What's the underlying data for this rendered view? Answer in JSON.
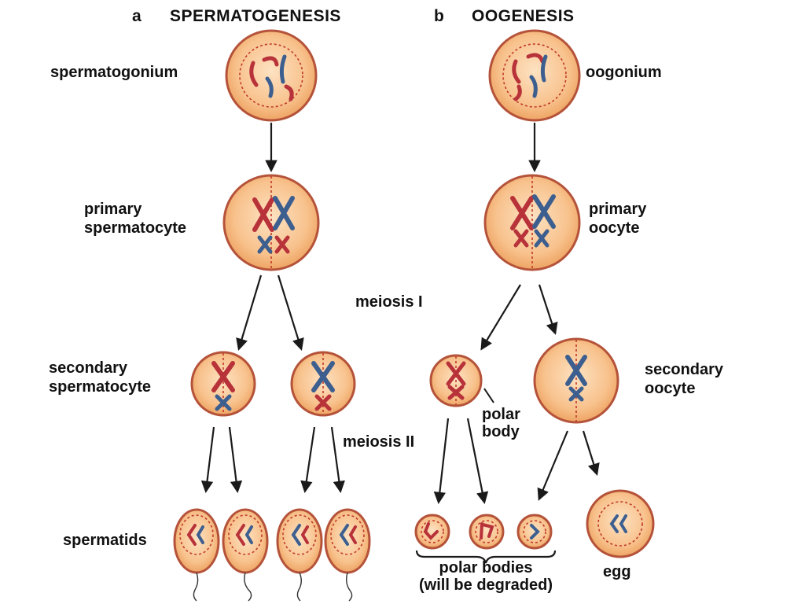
{
  "panels": {
    "a": {
      "letter": "a",
      "title": "SPERMATOGENESIS"
    },
    "b": {
      "letter": "b",
      "title": "OOGENESIS"
    }
  },
  "labels": {
    "spermatogonium": "spermatogonium",
    "oogonium": "oogonium",
    "primary_spermatocyte": [
      "primary",
      "spermatocyte"
    ],
    "primary_oocyte": [
      "primary",
      "oocyte"
    ],
    "meiosis_1": "meiosis I",
    "secondary_spermatocyte": [
      "secondary",
      "spermatocyte"
    ],
    "secondary_oocyte": [
      "secondary",
      "oocyte"
    ],
    "polar_body": [
      "polar",
      "body"
    ],
    "meiosis_2": "meiosis II",
    "spermatids": "spermatids",
    "polar_bodies": [
      "polar bodies",
      "(will be degraded)"
    ],
    "egg": "egg"
  },
  "colors": {
    "cell_fill": "#f8c28d",
    "cell_outline": "#b5533a",
    "nucleus_outline": "#c0392b",
    "chromosome_red": "#b8323a",
    "chromosome_blue": "#3d5f8f",
    "arrow": "#1a1a1a"
  }
}
